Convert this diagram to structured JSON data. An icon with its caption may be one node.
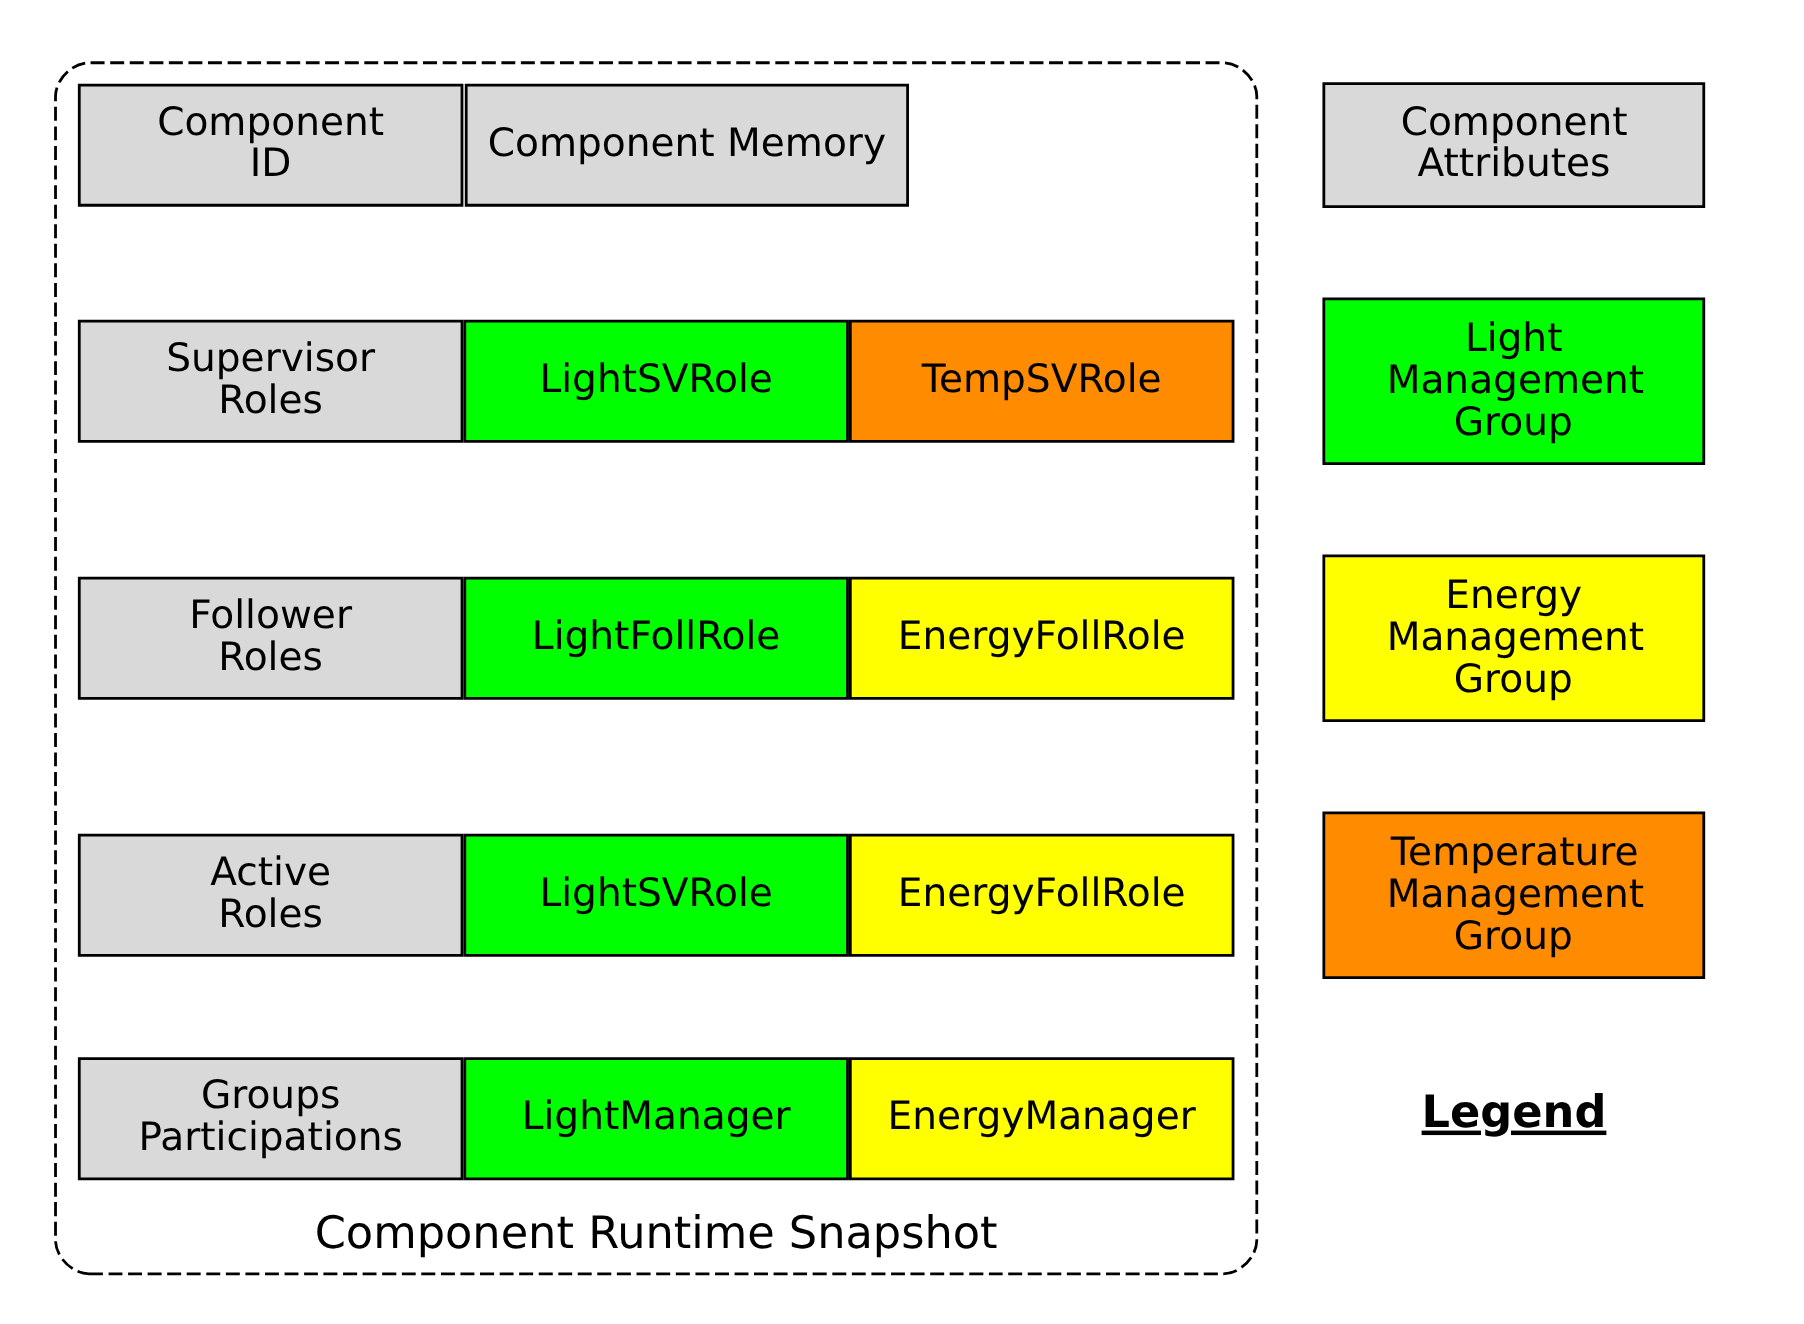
{
  "diagram": {
    "nodes": [
      {
        "text": [
          "Component Runtime Snapshot"
        ]
      },
      {
        "text": [
          "Component ID"
        ],
        "in": 0
      },
      {
        "text": [
          "Component Memory"
        ],
        "in": 0
      },
      {
        "text": [
          "Supervisor Roles"
        ],
        "in": 0
      },
      {
        "text": [
          "LightSVRole"
        ],
        "in": 0
      },
      {
        "text": [
          "TempSVRole"
        ],
        "in": 0
      },
      {
        "text": [
          "Follower Roles"
        ],
        "in": 0
      },
      {
        "text": [
          "LightFollRole"
        ],
        "in": 0
      },
      {
        "text": [
          "EnergyFollRole"
        ],
        "in": 0
      },
      {
        "text": [
          "Active Roles"
        ],
        "in": 0
      },
      {
        "text": [
          "LightSVRole"
        ],
        "in": 0
      },
      {
        "text": [
          "EnergyFollRole"
        ],
        "in": 0
      },
      {
        "text": [
          "Groups Participations"
        ],
        "in": 0
      },
      {
        "text": [
          "LightManager"
        ],
        "in": 0
      },
      {
        "text": [
          "EnergyManager"
        ],
        "in": 0
      }
    ],
    "labels": [
      "Legend"
    ],
    "legend": [
      {
        "text": "Component Attributes",
        "color": "#d9d9d9"
      },
      {
        "text": "Light Management Group",
        "color": "#00ff00"
      },
      {
        "text": "Energy Management Group",
        "color": "#ffff00"
      },
      {
        "text": "Temperature Management Group",
        "color": "#ff8c00"
      }
    ]
  }
}
